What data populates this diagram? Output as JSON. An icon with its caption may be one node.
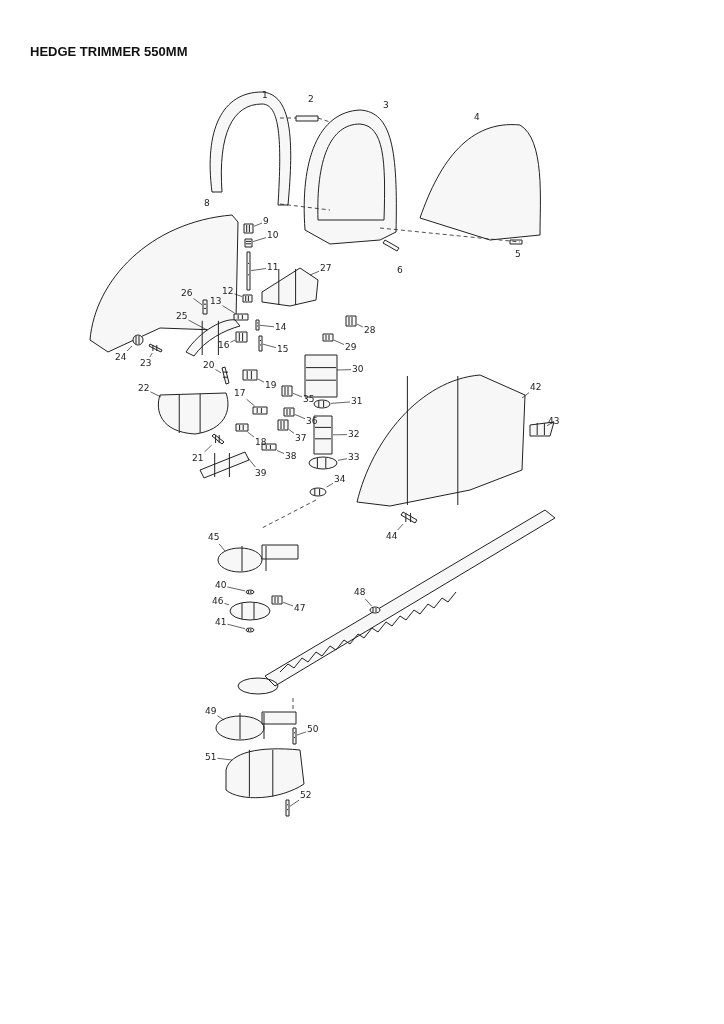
{
  "diagram": {
    "title": "HEDGE TRIMMER 550MM",
    "nodes": [
      {
        "text": [
          "9"
        ]
      },
      {
        "text": [
          "10"
        ]
      },
      {
        "text": [
          "11"
        ]
      },
      {
        "text": [
          "12"
        ]
      },
      {
        "text": [
          "13"
        ]
      },
      {
        "text": [
          "14"
        ]
      },
      {
        "text": [
          "15"
        ]
      },
      {
        "text": [
          "16"
        ]
      },
      {
        "text": [
          "17"
        ]
      },
      {
        "text": [
          "18"
        ]
      },
      {
        "text": [
          "19"
        ]
      },
      {
        "text": [
          "20"
        ]
      },
      {
        "text": [
          "21"
        ]
      },
      {
        "text": [
          "22"
        ]
      },
      {
        "text": [
          "23"
        ]
      },
      {
        "text": [
          "24"
        ]
      },
      {
        "text": [
          "25"
        ]
      },
      {
        "text": [
          "26"
        ]
      },
      {
        "text": [
          "27"
        ]
      },
      {
        "text": [
          "28"
        ]
      },
      {
        "text": [
          "29"
        ]
      },
      {
        "text": [
          "30"
        ]
      },
      {
        "text": [
          "31"
        ]
      },
      {
        "text": [
          "32"
        ]
      },
      {
        "text": [
          "33"
        ]
      },
      {
        "text": [
          "34"
        ]
      },
      {
        "text": [
          "35"
        ]
      },
      {
        "text": [
          "36"
        ]
      },
      {
        "text": [
          "37"
        ]
      },
      {
        "text": [
          "38"
        ]
      },
      {
        "text": [
          "39"
        ]
      },
      {
        "text": [
          "40"
        ]
      },
      {
        "text": [
          "41"
        ]
      },
      {
        "text": [
          "42"
        ]
      },
      {
        "text": [
          "43"
        ]
      },
      {
        "text": [
          "44"
        ]
      },
      {
        "text": [
          "45"
        ]
      },
      {
        "text": [
          "46"
        ]
      },
      {
        "text": [
          "47"
        ]
      },
      {
        "text": [
          "48"
        ]
      },
      {
        "text": [
          "49"
        ]
      },
      {
        "text": [
          "50"
        ]
      },
      {
        "text": [
          "51"
        ]
      },
      {
        "text": [
          "52"
        ]
      },
      {
        "text": [],
        "shape": "picture"
      },
      {
        "text": [],
        "shape": "picture"
      },
      {
        "text": [],
        "shape": "picture"
      },
      {
        "text": [],
        "shape": "picture"
      },
      {
        "text": [],
        "shape": "picture"
      },
      {
        "text": [],
        "shape": "picture"
      },
      {
        "text": [],
        "shape": "picture"
      },
      {
        "text": [],
        "shape": "picture"
      },
      {
        "text": [],
        "shape": "picture"
      },
      {
        "text": [],
        "shape": "picture"
      },
      {
        "text": [],
        "shape": "picture"
      },
      {
        "text": [],
        "shape": "picture"
      },
      {
        "text": [],
        "shape": "picture"
      },
      {
        "text": [],
        "shape": "picture"
      },
      {
        "text": [],
        "shape": "picture"
      },
      {
        "text": [],
        "shape": "picture"
      },
      {
        "text": [],
        "shape": "picture"
      },
      {
        "text": [],
        "shape": "picture"
      },
      {
        "text": [],
        "shape": "picture"
      },
      {
        "text": [],
        "shape": "picture"
      },
      {
        "text": [],
        "shape": "picture"
      },
      {
        "text": [],
        "shape": "picture"
      },
      {
        "text": [],
        "shape": "picture"
      },
      {
        "text": [],
        "shape": "picture"
      },
      {
        "text": [],
        "shape": "picture"
      },
      {
        "text": [],
        "shape": "picture"
      },
      {
        "text": [],
        "shape": "picture"
      },
      {
        "text": [],
        "shape": "picture"
      },
      {
        "text": [],
        "shape": "picture"
      },
      {
        "text": [],
        "shape": "picture"
      },
      {
        "text": [],
        "shape": "picture"
      },
      {
        "text": [],
        "shape": "picture"
      },
      {
        "text": [],
        "shape": "picture"
      },
      {
        "text": [],
        "shape": "picture"
      },
      {
        "text": [],
        "shape": "picture"
      },
      {
        "text": [],
        "shape": "picture"
      },
      {
        "text": [],
        "shape": "picture"
      },
      {
        "text": [],
        "shape": "picture"
      },
      {
        "text": [],
        "shape": "picture"
      },
      {
        "text": [],
        "shape": "picture"
      },
      {
        "text": [],
        "shape": "picture"
      },
      {
        "text": [],
        "shape": "picture"
      },
      {
        "text": [],
        "shape": "picture"
      },
      {
        "text": [],
        "shape": "picture"
      }
    ],
    "edges": [
      {
        "from": 0,
        "to": 44,
        "arrow": "none"
      },
      {
        "from": 1,
        "to": 45,
        "arrow": "none"
      },
      {
        "from": 2,
        "to": 46,
        "arrow": "none"
      },
      {
        "from": 3,
        "to": 47,
        "arrow": "none"
      },
      {
        "from": 4,
        "to": 48,
        "arrow": "none"
      },
      {
        "from": 5,
        "to": 49,
        "arrow": "none"
      },
      {
        "from": 6,
        "to": 50,
        "arrow": "none"
      },
      {
        "from": 7,
        "to": 51,
        "arrow": "none"
      },
      {
        "from": 8,
        "to": 52,
        "arrow": "none"
      },
      {
        "from": 9,
        "to": 53,
        "arrow": "none"
      },
      {
        "from": 10,
        "to": 54,
        "arrow": "none"
      },
      {
        "from": 11,
        "to": 55,
        "arrow": "none"
      },
      {
        "from": 12,
        "to": 56,
        "arrow": "none"
      },
      {
        "from": 13,
        "to": 57,
        "arrow": "none"
      },
      {
        "from": 14,
        "to": 58,
        "arrow": "none"
      },
      {
        "from": 15,
        "to": 59,
        "arrow": "none"
      },
      {
        "from": 16,
        "to": 60,
        "arrow": "none"
      },
      {
        "from": 17,
        "to": 61,
        "arrow": "none"
      },
      {
        "from": 18,
        "to": 62,
        "arrow": "none"
      },
      {
        "from": 19,
        "to": 63,
        "arrow": "none"
      },
      {
        "from": 20,
        "to": 64,
        "arrow": "none"
      },
      {
        "from": 21,
        "to": 65,
        "arrow": "none"
      },
      {
        "from": 22,
        "to": 66,
        "arrow": "none"
      },
      {
        "from": 23,
        "to": 67,
        "arrow": "none"
      },
      {
        "from": 24,
        "to": 68,
        "arrow": "none"
      },
      {
        "from": 25,
        "to": 69,
        "arrow": "none"
      },
      {
        "from": 26,
        "to": 70,
        "arrow": "none"
      },
      {
        "from": 27,
        "to": 71,
        "arrow": "none"
      },
      {
        "from": 28,
        "to": 72,
        "arrow": "none"
      },
      {
        "from": 29,
        "to": 73,
        "arrow": "none"
      },
      {
        "from": 30,
        "to": 74,
        "arrow": "none"
      },
      {
        "from": 31,
        "to": 75,
        "arrow": "none"
      },
      {
        "from": 32,
        "to": 76,
        "arrow": "none"
      },
      {
        "from": 33,
        "to": 77,
        "arrow": "none"
      },
      {
        "from": 34,
        "to": 78,
        "arrow": "none"
      },
      {
        "from": 35,
        "to": 79,
        "arrow": "none"
      },
      {
        "from": 36,
        "to": 80,
        "arrow": "none"
      },
      {
        "from": 37,
        "to": 81,
        "arrow": "none"
      },
      {
        "from": 38,
        "to": 82,
        "arrow": "none"
      },
      {
        "from": 39,
        "to": 83,
        "arrow": "none"
      },
      {
        "from": 40,
        "to": 84,
        "arrow": "none"
      },
      {
        "from": 41,
        "to": 85,
        "arrow": "none"
      },
      {
        "from": 42,
        "to": 86,
        "arrow": "none"
      },
      {
        "from": 43,
        "to": 87,
        "arrow": "none"
      }
    ],
    "labels": [
      "1",
      "2",
      "3",
      "4",
      "5",
      "6",
      "8"
    ]
  }
}
